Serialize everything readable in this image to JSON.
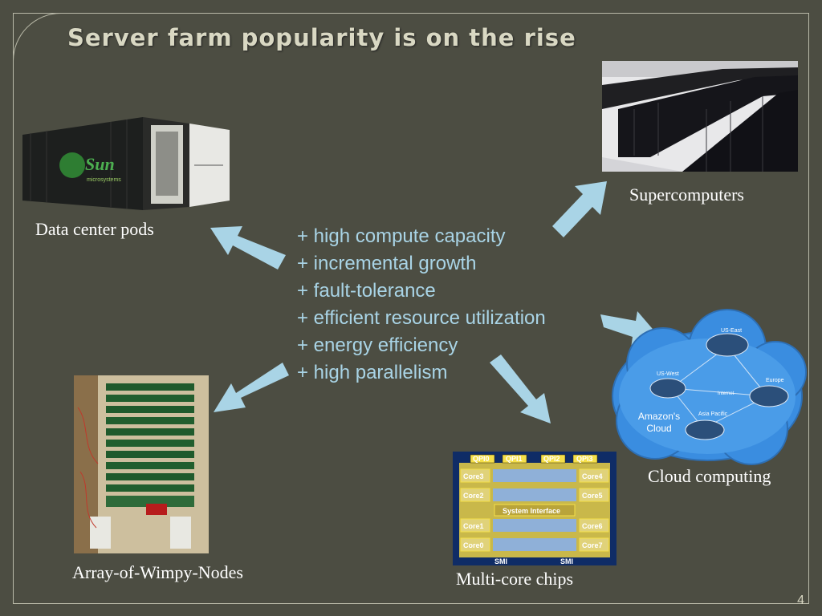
{
  "slide": {
    "title": "Server farm popularity is on the rise",
    "page_number": "4"
  },
  "captions": {
    "data_center_pods": "Data center pods",
    "supercomputers": "Supercomputers",
    "cloud_computing": "Cloud computing",
    "multicore_chips": "Multi-core chips",
    "wimpy_nodes": "Array-of-Wimpy-Nodes"
  },
  "bullets": [
    "+ high compute capacity",
    "+ incremental growth",
    "+ fault-tolerance",
    "+ efficient resource utilization",
    "+ energy efficiency",
    "+ high parallelism"
  ],
  "container_image": {
    "brand": "Sun",
    "brand_sub": "microsystems"
  },
  "cloud_image": {
    "label": "Amazon's Cloud",
    "regions": [
      "US-East",
      "US-West",
      "Europe",
      "Asia Pacific"
    ],
    "center": "Internet"
  },
  "chip_image": {
    "qpi": [
      "QPI0",
      "QPI1",
      "QPI2",
      "QPI3"
    ],
    "left_cores": [
      "Core3",
      "Core2",
      "Core1",
      "Core0"
    ],
    "right_cores": [
      "Core4",
      "Core5",
      "Core6",
      "Core7"
    ],
    "interface": "System Interface",
    "smi": [
      "SMI",
      "SMI"
    ]
  },
  "colors": {
    "background": "#4c4d42",
    "title": "#d9d8c3",
    "bullet": "#a9d4e6",
    "arrow": "#a9d4e6"
  }
}
